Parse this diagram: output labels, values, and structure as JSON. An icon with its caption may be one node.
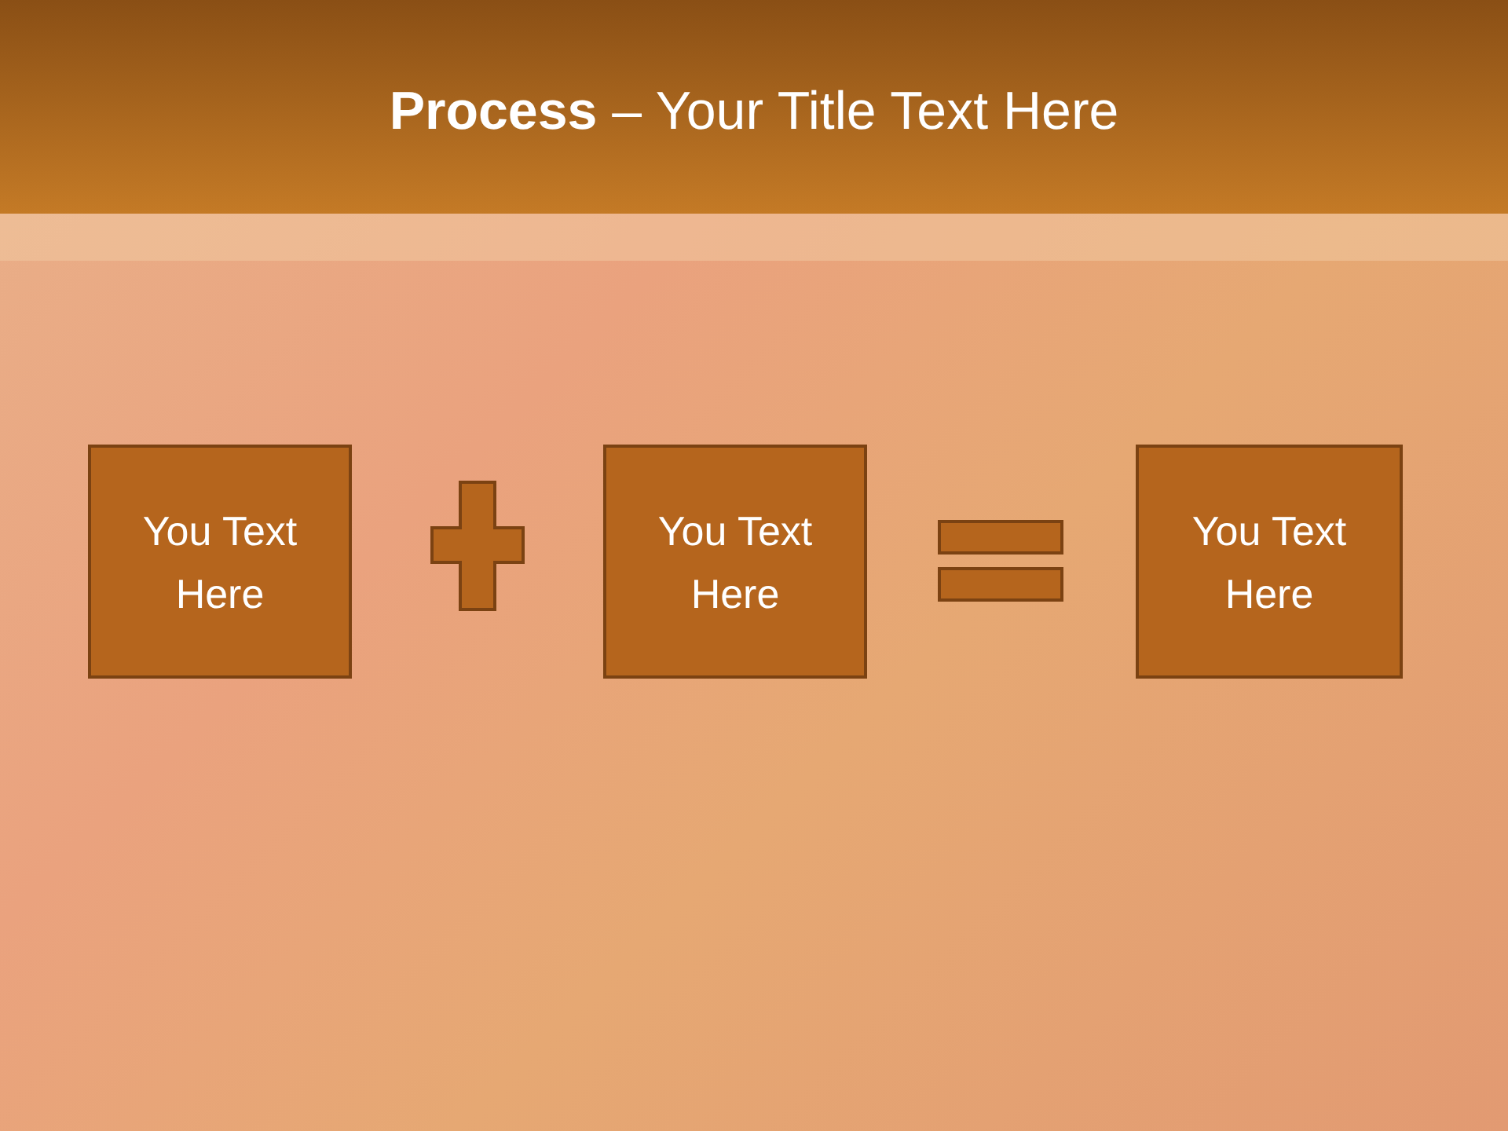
{
  "diagram": {
    "title": "**Process** – Your Title Text Here",
    "nodes": [
      {
        "text": [
          "You Text Here"
        ]
      },
      {
        "text": [],
        "shape": "plus"
      },
      {
        "text": [
          "You Text Here"
        ]
      },
      {
        "text": [],
        "shape": "equals"
      },
      {
        "text": [
          "You Text Here"
        ]
      }
    ]
  }
}
